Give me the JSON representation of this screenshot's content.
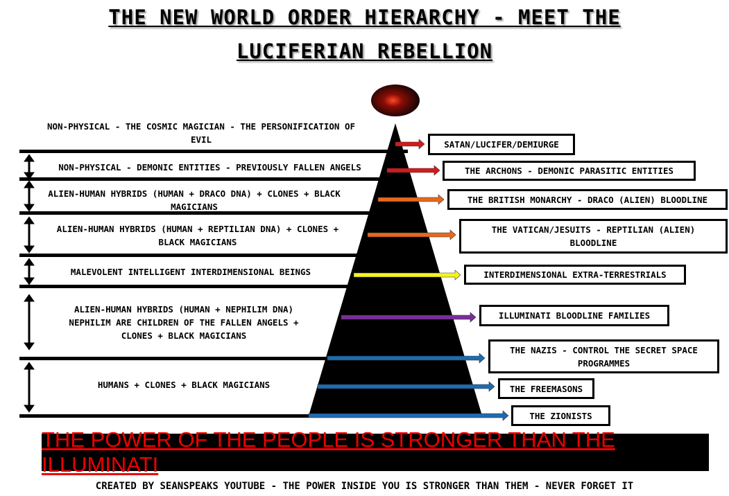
{
  "title": {
    "line1": "THE NEW WORLD ORDER HIERARCHY - MEET THE",
    "line2": "LUCIFERIAN REBELLION"
  },
  "levels": [
    "NON-PHYSICAL - THE COSMIC MAGICIAN - THE PERSONIFICATION OF EVIL",
    "NON-PHYSICAL - DEMONIC ENTITIES - PREVIOUSLY FALLEN ANGELS",
    "ALIEN-HUMAN HYBRIDS (HUMAN + DRACO DNA) + CLONES + BLACK MAGICIANS",
    "ALIEN-HUMAN HYBRIDS (HUMAN + REPTILIAN DNA) + CLONES + BLACK MAGICIANS",
    "MALEVOLENT INTELLIGENT INTERDIMENSIONAL BEINGS",
    "ALIEN-HUMAN HYBRIDS (HUMAN + NEPHILIM DNA) NEPHILIM ARE CHILDREN OF THE FALLEN ANGELS + CLONES + BLACK MAGICIANS",
    "HUMANS + CLONES + BLACK MAGICIANS"
  ],
  "groups": [
    {
      "label": "SATAN/LUCIFER/DEMIURGE",
      "color": "#d41a1a"
    },
    {
      "label": "THE ARCHONS - DEMONIC PARASITIC ENTITIES",
      "color": "#d41a1a"
    },
    {
      "label": "THE BRITISH MONARCHY - DRACO (ALIEN) BLOODLINE",
      "color": "#e8681e"
    },
    {
      "label": "THE VATICAN/JESUITS - REPTILIAN (ALIEN) BLOODLINE",
      "color": "#e8681e"
    },
    {
      "label": "INTERDIMENSIONAL EXTRA-TERRESTRIALS",
      "color": "#f5f51e"
    },
    {
      "label": "ILLUMINATI BLOODLINE FAMILIES",
      "color": "#7a2e9a"
    },
    {
      "label": "THE NAZIS - CONTROL THE SECRET SPACE PROGRAMMES",
      "color": "#1e6bb0"
    },
    {
      "label": "THE FREEMASONS",
      "color": "#1e6bb0"
    },
    {
      "label": "THE ZIONISTS",
      "color": "#1e6bb0"
    }
  ],
  "banner": "THE POWER OF THE PEOPLE IS STRONGER THAN THE ILLUMINATI",
  "footer": "CREATED BY SEANSPEAKS YOUTUBE - THE POWER INSIDE YOU IS STRONGER THAN THEM - NEVER FORGET IT"
}
